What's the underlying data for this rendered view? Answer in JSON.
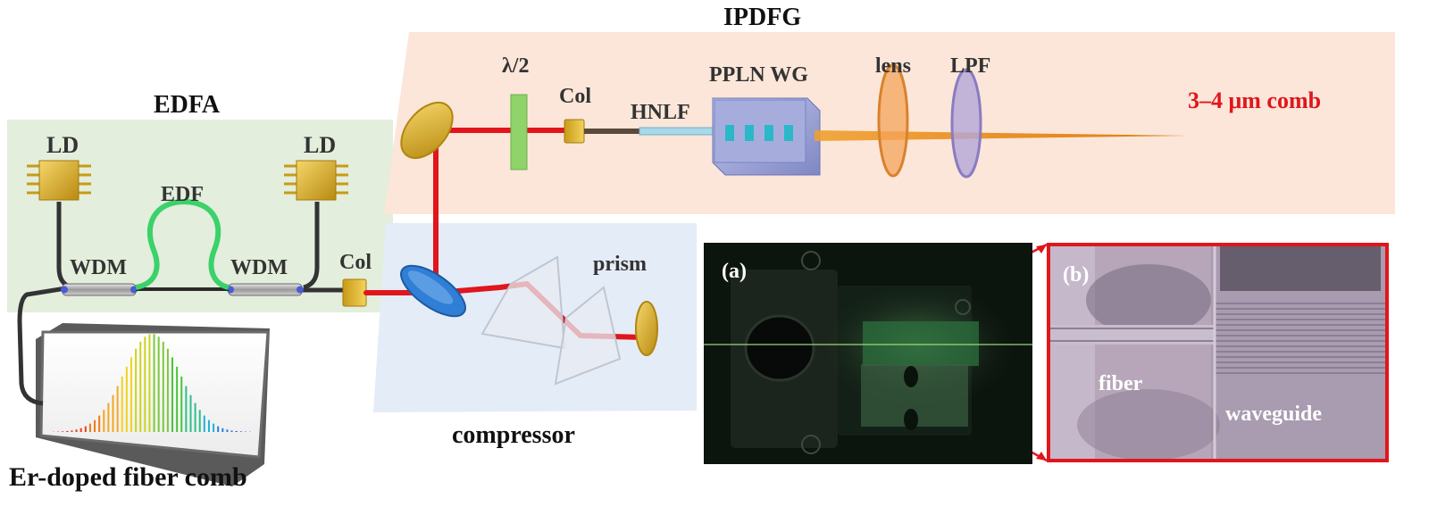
{
  "labels": {
    "edfa": "EDFA",
    "ipdfg": "IPDFG",
    "ld_left": "LD",
    "ld_right": "LD",
    "edf": "EDF",
    "wdm_left": "WDM",
    "wdm_right": "WDM",
    "col_edfa": "Col",
    "er_comb": "Er-doped fiber comb",
    "lambda_half": "λ/2",
    "col_ipdfg": "Col",
    "hnlf": "HNLF",
    "ppln": "PPLN WG",
    "lens": "lens",
    "lpf": "LPF",
    "output": "3–4 μm comb",
    "prism": "prism",
    "compressor": "compressor"
  },
  "photo_a": {
    "label": "(a)"
  },
  "photo_b": {
    "label": "(b)",
    "fiber": "fiber",
    "waveguide": "waveguide"
  },
  "colors": {
    "beam": "#e0161c",
    "output_beam": "#f0901e",
    "edfa_panel": "#e3eedc",
    "ipdfg_panel": "#fbe6d9",
    "compressor_panel": "#e4ecf7",
    "label_text": "#333333",
    "output_text": "#e0161c"
  }
}
